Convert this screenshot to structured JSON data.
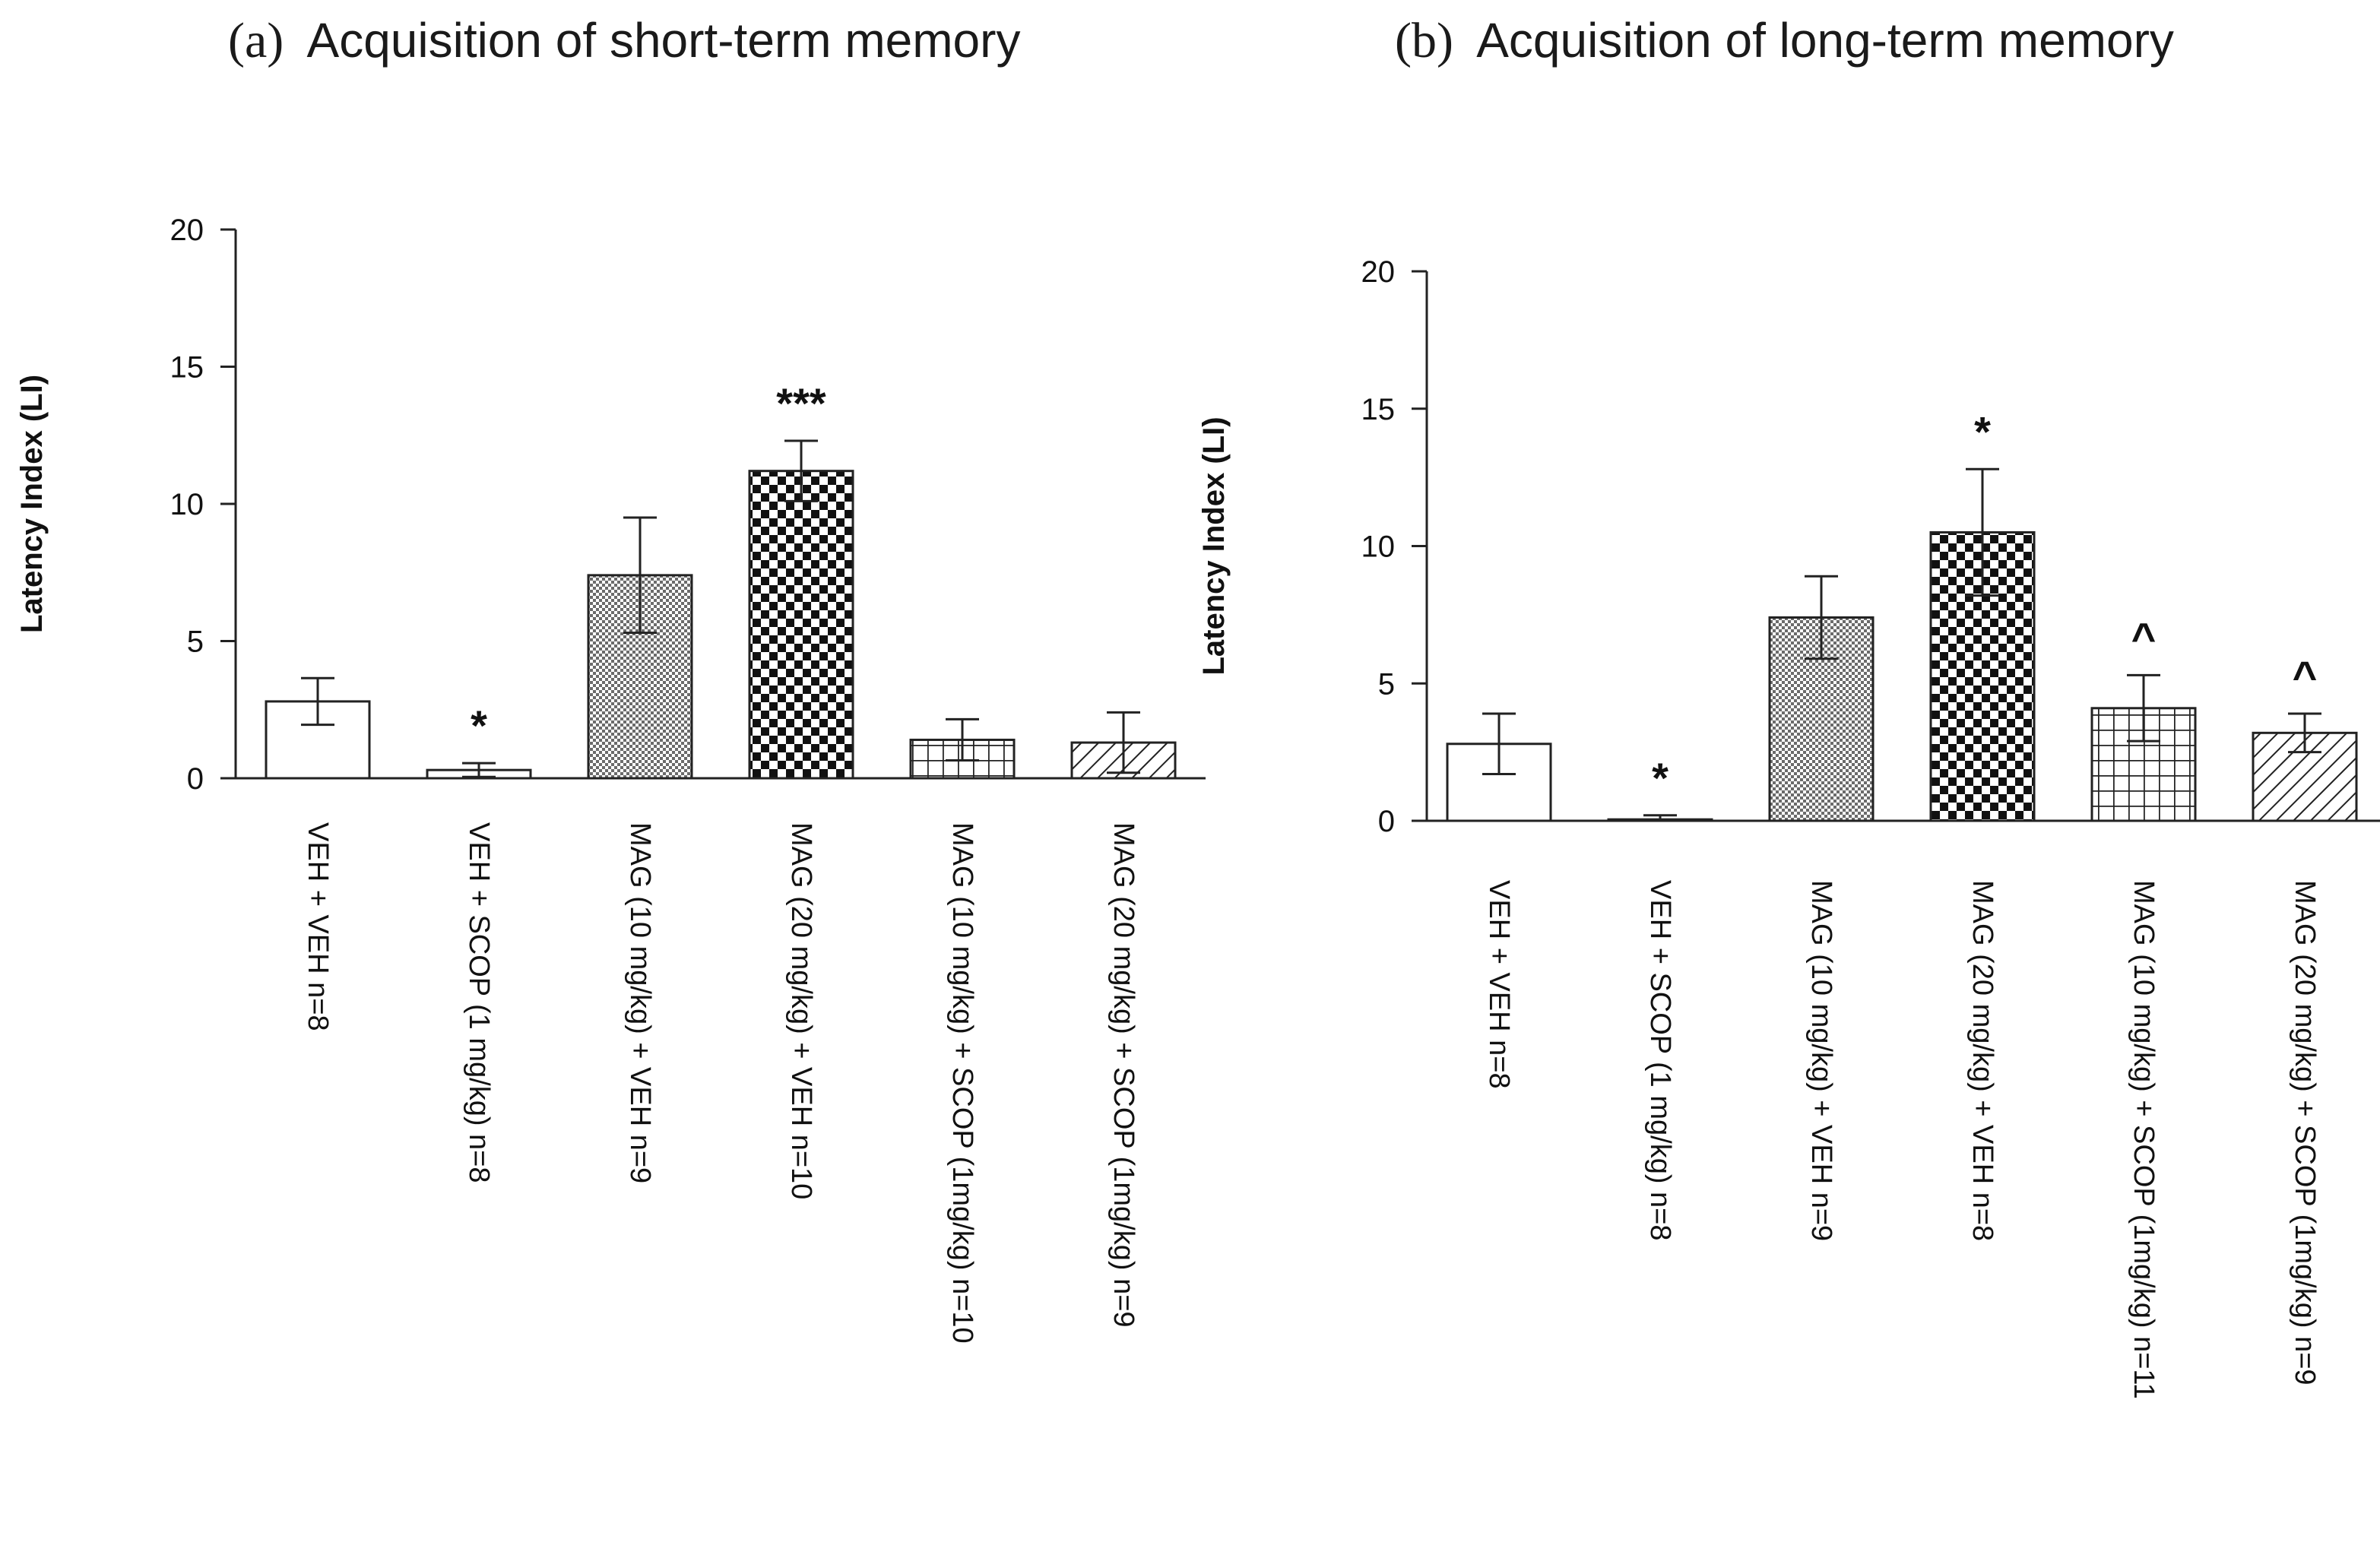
{
  "panels": [
    {
      "title_prefix": "(a)",
      "title_text": "Acquisition of short-term memory"
    },
    {
      "title_prefix": "(b)",
      "title_text": "Acquisition of long-term memory"
    }
  ],
  "chart_data": [
    {
      "type": "bar",
      "title": "(a) Acquisition of short-term memory",
      "ylabel": "Latency Index (LI)",
      "xlabel": "",
      "ylim": [
        0,
        20
      ],
      "yticks": [
        0,
        5,
        10,
        15,
        20
      ],
      "grid": false,
      "categories": [
        "VEH + VEH  n=8",
        "VEH + SCOP (1 mg/kg)  n=8",
        "MAG (10 mg/kg) + VEH  n=9",
        "MAG (20 mg/kg) +  VEH  n=10",
        "MAG (10 mg/kg) + SCOP (1mg/kg) n=10",
        "MAG (20 mg/kg) + SCOP (1mg/kg) n=9"
      ],
      "values": [
        2.8,
        0.3,
        7.4,
        11.2,
        1.4,
        1.3
      ],
      "errors": [
        0.85,
        0.25,
        2.1,
        1.1,
        0.75,
        1.1
      ],
      "significance": [
        "",
        "*",
        "",
        "***",
        "",
        ""
      ],
      "patterns": [
        "white",
        "white",
        "fine-check",
        "coarse-check",
        "grid",
        "diagonal"
      ]
    },
    {
      "type": "bar",
      "title": "(b) Acquisition of long-term memory",
      "ylabel": "Latency Index (LI)",
      "xlabel": "",
      "ylim": [
        0,
        20
      ],
      "yticks": [
        0,
        5,
        10,
        15,
        20
      ],
      "grid": false,
      "categories": [
        "VEH + VEH  n=8",
        "VEH + SCOP (1 mg/kg)  n=8",
        "MAG (10 mg/kg) + VEH  n=9",
        "MAG (20 mg/kg) +  VEH  n=8",
        "MAG (10 mg/kg) + SCOP (1mg/kg) n=11",
        "MAG (20 mg/kg) + SCOP (1mg/kg) n=9"
      ],
      "values": [
        2.8,
        0.05,
        7.4,
        10.5,
        4.1,
        3.2
      ],
      "errors": [
        1.1,
        0.15,
        1.5,
        2.3,
        1.2,
        0.7
      ],
      "significance": [
        "",
        "*",
        "",
        "*",
        "^",
        "^"
      ],
      "patterns": [
        "white",
        "white",
        "fine-check",
        "coarse-check",
        "grid",
        "diagonal"
      ]
    }
  ]
}
